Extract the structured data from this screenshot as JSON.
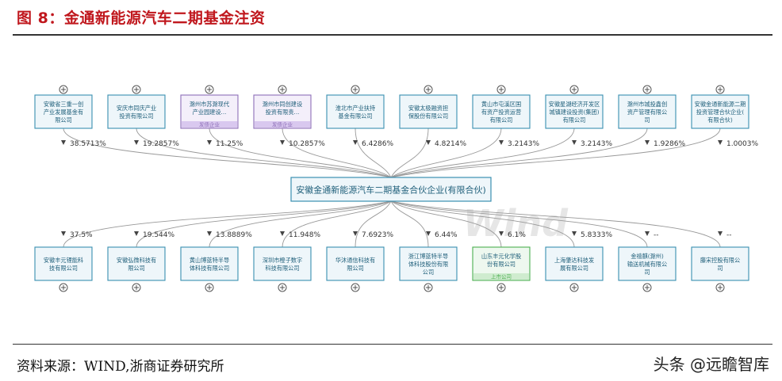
{
  "header": {
    "title": "图 8：金通新能源汽车二期基金注资"
  },
  "footer": {
    "source": "资料来源：WIND,浙商证券研究所",
    "brand": "头条 @远瞻智库"
  },
  "watermark": "Wind",
  "center": {
    "label": "安徽金通新能源汽车二期基金合伙企业(有限合伙)"
  },
  "colors": {
    "box_border": "#3a8fb0",
    "box_fill": "#eef6fa",
    "purple": "#8e6fb8",
    "green": "#4caf50",
    "title": "#c0171d",
    "line": "#999999"
  },
  "investors": [
    {
      "lines": [
        "安徽省三重一创",
        "产业发展基金有",
        "限公司"
      ],
      "pct": "38.5713%",
      "tag": null
    },
    {
      "lines": [
        "安庆市同庆产业",
        "投资有限公司"
      ],
      "pct": "19.2857%",
      "tag": null
    },
    {
      "lines": [
        "滁州市苏滁现代",
        "产业园建设..."
      ],
      "pct": "11.25%",
      "tag": "发债企业"
    },
    {
      "lines": [
        "滁州市同创建设",
        "投资有限责..."
      ],
      "pct": "10.2857%",
      "tag": "发债企业"
    },
    {
      "lines": [
        "淮北市产业扶持",
        "基金有限公司"
      ],
      "pct": "6.4286%",
      "tag": null
    },
    {
      "lines": [
        "安徽太极融资担",
        "保股份有限公司"
      ],
      "pct": "4.8214%",
      "tag": null
    },
    {
      "lines": [
        "黄山市屯溪区国",
        "有资产投资运营",
        "有限公司"
      ],
      "pct": "3.2143%",
      "tag": null
    },
    {
      "lines": [
        "安徽星湖经济开发区",
        "城镇建设投资(集团)",
        "有限公司"
      ],
      "pct": "3.2143%",
      "tag": null
    },
    {
      "lines": [
        "滁州市城投鑫创",
        "资产管理有限公",
        "司"
      ],
      "pct": "1.9286%",
      "tag": null
    },
    {
      "lines": [
        "安徽金通新能源二期",
        "投资管理合伙企业(",
        "有限合伙)"
      ],
      "pct": "1.0003%",
      "tag": null
    }
  ],
  "investees": [
    {
      "lines": [
        "安徽丰元锂能科",
        "技有限公司"
      ],
      "pct": "37.5%",
      "tag": null
    },
    {
      "lines": [
        "安徽弘微科技有",
        "限公司"
      ],
      "pct": "19.544%",
      "tag": null
    },
    {
      "lines": [
        "黄山博蓝特半导",
        "体科技有限公司"
      ],
      "pct": "13.8889%",
      "tag": null
    },
    {
      "lines": [
        "深圳市橙子数字",
        "科技有限公司"
      ],
      "pct": "11.948%",
      "tag": null
    },
    {
      "lines": [
        "华沐通信科技有",
        "限公司"
      ],
      "pct": "7.6923%",
      "tag": null
    },
    {
      "lines": [
        "浙江博蓝特半导",
        "体科技股份有限",
        "公司"
      ],
      "pct": "6.44%",
      "tag": null
    },
    {
      "lines": [
        "山东丰元化学股",
        "份有限公司"
      ],
      "pct": "6.1%",
      "tag": "上市公司"
    },
    {
      "lines": [
        "上海肇达科技发",
        "展有限公司"
      ],
      "pct": "5.8333%",
      "tag": null
    },
    {
      "lines": [
        "金禧麒(滁州)",
        "输送机械有限公",
        "司"
      ],
      "pct": "--",
      "tag": null
    },
    {
      "lines": [
        "藤宋控股有限公",
        "司"
      ],
      "pct": "--",
      "tag": null
    }
  ]
}
